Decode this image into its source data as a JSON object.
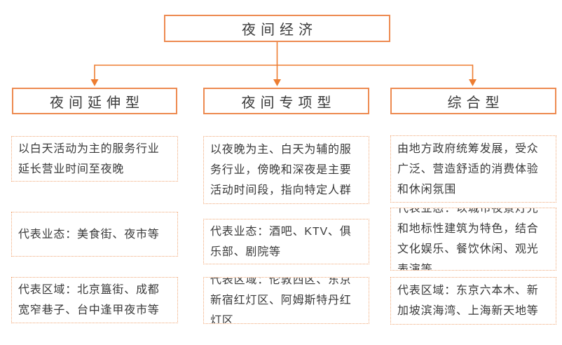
{
  "diagram_title": "夜间经济",
  "colors": {
    "solid_border": "#ED8A50",
    "connector": "#ED7D31",
    "dotted_border": "#F0A878",
    "text": "#3A3A3A",
    "background": "#FFFFFF"
  },
  "root_node": {
    "label": "夜间经济"
  },
  "columns": [
    {
      "header": "夜间延伸型",
      "description": "以白天活动为主的服务行业延长营业时间至夜晚",
      "business_forms": "代表业态：美食街、夜市等",
      "regions": "代表区域：北京簋街、成都宽窄巷子、台中逢甲夜市等"
    },
    {
      "header": "夜间专项型",
      "description": "以夜晚为主、白天为辅的服务行业，傍晚和深夜是主要活动时间段，指向特定人群",
      "business_forms": "代表业态：酒吧、KTV、俱乐部、剧院等",
      "regions": "代表区域：伦敦西区、东京新宿红灯区、阿姆斯特丹红灯区"
    },
    {
      "header": "综合型",
      "description": "由地方政府统筹发展，受众广泛、营造舒适的消费体验和休闲氛围",
      "business_forms": "代表业态：以城市夜景灯光和地标性建筑为特色，结合文化娱乐、餐饮休闲、观光表演等",
      "regions": "代表区域：东京六本木、新加坡滨海湾、上海新天地等"
    }
  ]
}
